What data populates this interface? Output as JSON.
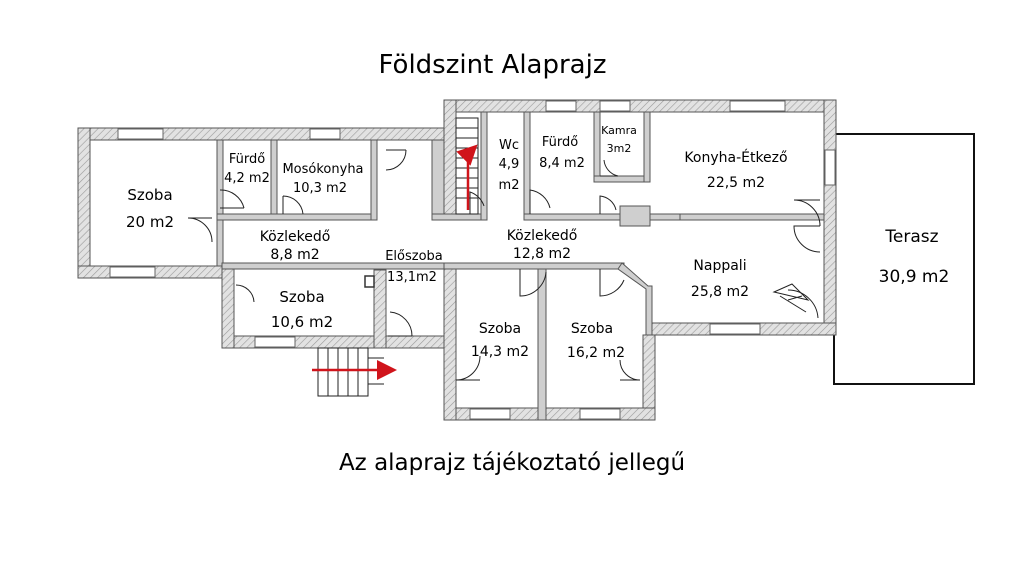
{
  "title": "Földszint Alaprajz",
  "footer_note": "Az alaprajz tájékoztató jellegű",
  "colors": {
    "wall_fill": "#d9d9d9",
    "wall_stroke": "#444444",
    "arrow": "#d0141b"
  },
  "rooms": [
    {
      "id": "szoba-west",
      "name": "Szoba",
      "area": "20 m2"
    },
    {
      "id": "furdo-1",
      "name": "Fürdő",
      "area": "4,2 m2"
    },
    {
      "id": "mosokonyha",
      "name": "Mosókonyha",
      "area": "10,3 m2"
    },
    {
      "id": "wc",
      "name": "Wc",
      "area": "4,9\nm2"
    },
    {
      "id": "furdo-2",
      "name": "Fürdő",
      "area": "8,4 m2"
    },
    {
      "id": "kamra",
      "name": "Kamra",
      "area": "3m2"
    },
    {
      "id": "konyha-etkezo",
      "name": "Konyha-Étkező",
      "area": "22,5 m2"
    },
    {
      "id": "kozlekedo-1",
      "name": "Közlekedő",
      "area": "8,8 m2"
    },
    {
      "id": "kozlekedo-2",
      "name": "Közlekedő",
      "area": "12,8 m2"
    },
    {
      "id": "eloszoba",
      "name": "Előszoba",
      "area": "13,1m2"
    },
    {
      "id": "nappali",
      "name": "Nappali",
      "area": "25,8 m2"
    },
    {
      "id": "szoba-small",
      "name": "Szoba",
      "area": "10,6 m2"
    },
    {
      "id": "szoba-mid",
      "name": "Szoba",
      "area": "14,3 m2"
    },
    {
      "id": "szoba-east",
      "name": "Szoba",
      "area": "16,2 m2"
    },
    {
      "id": "terasz",
      "name": "Terasz",
      "area": "30,9 m2"
    }
  ]
}
